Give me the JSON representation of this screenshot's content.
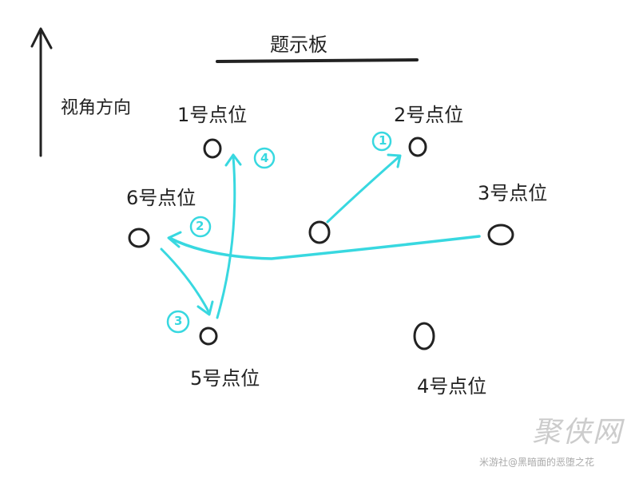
{
  "board": {
    "title": "题示板"
  },
  "view": {
    "label": "视角方向"
  },
  "spots": {
    "s1": "1号点位",
    "s2": "2号点位",
    "s3": "3号点位",
    "s4": "4号点位",
    "s5": "5号点位",
    "s6": "6号点位"
  },
  "steps": {
    "st1": "1",
    "st2": "2",
    "st3": "3",
    "st4": "4"
  },
  "watermark": {
    "logo": "聚侠网",
    "text": "米游社@黑暗面的恶堕之花"
  },
  "colors": {
    "ink": "#222222",
    "path": "#38d8e0",
    "watermark": "#cccccc"
  }
}
